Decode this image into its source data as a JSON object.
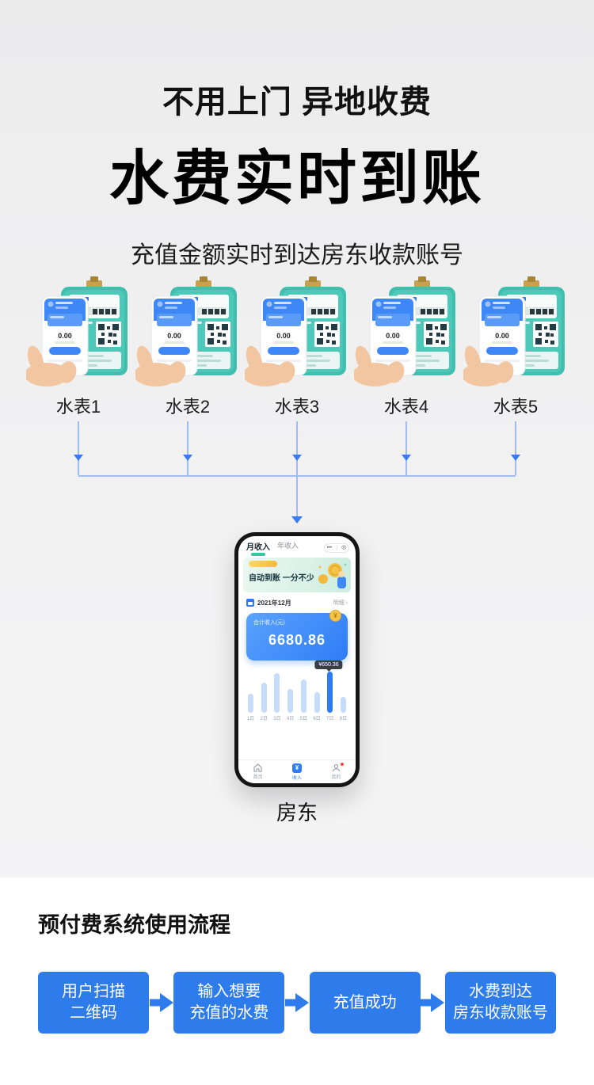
{
  "colors": {
    "accent_blue": "#2E7CEB",
    "phone_blue": "#2E7CF5",
    "meter_teal": "#41BFAE",
    "connector_line": "#9FBCEC",
    "arrow_blue": "#3A7BF0",
    "gold": "#F6C445"
  },
  "header": {
    "subtitle_top": "不用上门 异地收费",
    "title": "水费实时到账",
    "subtitle_bottom": "充值金额实时到达房东收款账号"
  },
  "meters": {
    "display_balance": "0.00",
    "items": [
      {
        "label": "水表1"
      },
      {
        "label": "水表2"
      },
      {
        "label": "水表3"
      },
      {
        "label": "水表4"
      },
      {
        "label": "水表5"
      }
    ]
  },
  "phone": {
    "tab_month": "月收入",
    "tab_year": "年收入",
    "banner_title": "自动到账 一分不少",
    "date": "2021年12月",
    "detail_link": "明细",
    "detail_chevron": "›",
    "card_label": "合计收入(元)",
    "card_amount": "6680.86",
    "coin_symbol": "¥",
    "nav": [
      {
        "label": "首页"
      },
      {
        "label": "收入"
      },
      {
        "label": "我的"
      }
    ],
    "caption": "房东"
  },
  "chart_data": {
    "type": "bar",
    "title": "月收入每日柱状图",
    "categories": [
      "1日",
      "2日",
      "3日",
      "4日",
      "5日",
      "6日",
      "7日",
      "8日"
    ],
    "values": [
      38,
      61,
      80,
      48,
      68,
      42,
      100,
      32
    ],
    "highlight_index": 6,
    "tooltip": "¥650.36",
    "xlabel": "",
    "ylabel": "",
    "legend": false,
    "grid": false,
    "bar_color": "#C5DCFB",
    "highlight_color": "#2E7CF5"
  },
  "flow": {
    "title": "预付费系统使用流程",
    "steps": [
      {
        "label": "用户扫描\n二维码"
      },
      {
        "label": "输入想要\n充值的水费"
      },
      {
        "label": "充值成功"
      },
      {
        "label": "水费到达\n房东收款账号"
      }
    ]
  }
}
